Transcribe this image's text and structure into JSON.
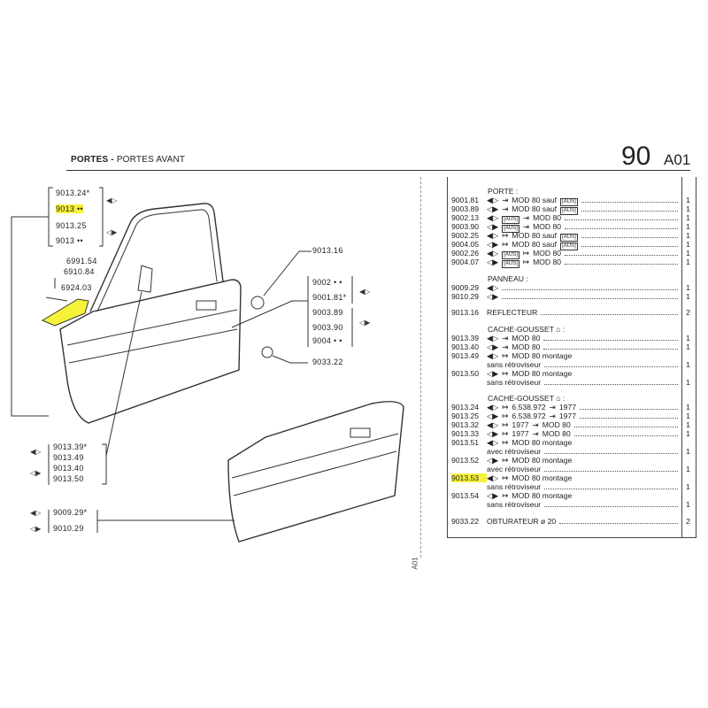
{
  "header": {
    "title": "PORTES -",
    "subtitle": "PORTES AVANT",
    "page_number": "90",
    "page_code": "A01"
  },
  "side_code": "A01",
  "diagram": {
    "labels_left": [
      "9013.24*",
      "9013 ••",
      "9013.25",
      "9013 ••"
    ],
    "labels_fixings": [
      "6991.54",
      "6910.84",
      "6924.03"
    ],
    "labels_bottom": [
      "9013.39*",
      "9013.49",
      "9013.40",
      "9013.50"
    ],
    "labels_panel": [
      "9009.29*",
      "9010.29"
    ],
    "label_reflector": "9013.16",
    "labels_door": [
      "9002 • •",
      "9001.81*",
      "9003.89",
      "9003.90",
      "9004 • •"
    ],
    "label_plug": "9033.22",
    "side_arrows": {
      "left": "◀▷",
      "right": "◁▶"
    },
    "highlight_color": "#f6f23a"
  },
  "parts_list": [
    {
      "heading": "PORTE :",
      "items": [
        {
          "code": "9001.81",
          "tokens": [
            "◀▷",
            "⇥",
            "MOD 80 sauf",
            "[AUS]"
          ],
          "qty": "1"
        },
        {
          "code": "9003.89",
          "tokens": [
            "◁▶",
            "⇥",
            "MOD 80 sauf",
            "[AUS]"
          ],
          "qty": "1"
        },
        {
          "code": "9002.13",
          "tokens": [
            "◀▷",
            "[AUS]",
            "⇥",
            "MOD 80"
          ],
          "qty": "1"
        },
        {
          "code": "9003.90",
          "tokens": [
            "◁▶",
            "[AUS]",
            "⇥",
            "MOD 80"
          ],
          "qty": "1"
        },
        {
          "code": "9002.25",
          "tokens": [
            "◀▷",
            "↦",
            "MOD 80 sauf",
            "[AUS]"
          ],
          "qty": "1"
        },
        {
          "code": "9004.05",
          "tokens": [
            "◁▶",
            "↦",
            "MOD 80 sauf",
            "[AUS]"
          ],
          "qty": "1"
        },
        {
          "code": "9002.26",
          "tokens": [
            "◀▷",
            "[AUS]",
            "↦",
            "MOD 80"
          ],
          "qty": "1"
        },
        {
          "code": "9004.07",
          "tokens": [
            "◁▶",
            "[AUS]",
            "↦",
            "MOD 80"
          ],
          "qty": "1"
        }
      ]
    },
    {
      "heading": "PANNEAU :",
      "items": [
        {
          "code": "9009.29",
          "tokens": [
            "◀▷"
          ],
          "qty": "1"
        },
        {
          "code": "9010.29",
          "tokens": [
            "◁▶"
          ],
          "qty": "1"
        }
      ]
    },
    {
      "heading": "",
      "items": [
        {
          "code": "9013.16",
          "tokens": [
            "REFLECTEUR"
          ],
          "qty": "2"
        }
      ]
    },
    {
      "heading": "CACHE-GOUSSET ⌂ :",
      "items": [
        {
          "code": "9013.39",
          "tokens": [
            "◀▷",
            "⇥",
            "MOD 80"
          ],
          "qty": "1"
        },
        {
          "code": "9013.40",
          "tokens": [
            "◁▶",
            "⇥",
            "MOD 80"
          ],
          "qty": "1"
        },
        {
          "code": "9013.49",
          "tokens": [
            "◀▷",
            "↦",
            "MOD 80 montage"
          ],
          "cont": "sans rétroviseur",
          "qty": "1"
        },
        {
          "code": "9013.50",
          "tokens": [
            "◁▶",
            "↦",
            "MOD 80 montage"
          ],
          "cont": "sans rétroviseur",
          "qty": "1"
        }
      ]
    },
    {
      "heading": "CACHE-GOUSSET ⌂ :",
      "items": [
        {
          "code": "9013.24",
          "tokens": [
            "◀▷",
            "↦",
            "6.538.972",
            "⇥",
            "1977"
          ],
          "qty": "1"
        },
        {
          "code": "9013.25",
          "tokens": [
            "◁▶",
            "↦",
            "6.538.972",
            "⇥",
            "1977"
          ],
          "qty": "1"
        },
        {
          "code": "9013.32",
          "tokens": [
            "◀▷",
            "↦",
            "1977",
            "⇥",
            "MOD 80"
          ],
          "qty": "1"
        },
        {
          "code": "9013.33",
          "tokens": [
            "◁▶",
            "↦",
            "1977",
            "⇥",
            "MOD 80"
          ],
          "qty": "1"
        },
        {
          "code": "9013.51",
          "tokens": [
            "◀▷",
            "↦",
            "MOD 80 montage"
          ],
          "cont": "avec rétroviseur",
          "qty": "1"
        },
        {
          "code": "9013.52",
          "tokens": [
            "◁▶",
            "↦",
            "MOD 80 montage"
          ],
          "cont": "avec rétroviseur",
          "qty": "1"
        },
        {
          "code": "9013.53",
          "tokens": [
            "◀▷",
            "↦",
            "MOD 80 montage"
          ],
          "cont": "sans rétroviseur",
          "qty": "1",
          "highlighted": true
        },
        {
          "code": "9013.54",
          "tokens": [
            "◁▶",
            "↦",
            "MOD 80 montage"
          ],
          "cont": "sans rétroviseur",
          "qty": "1"
        }
      ]
    },
    {
      "heading": "",
      "items": [
        {
          "code": "9033.22",
          "tokens": [
            "OBTURATEUR  ø  20"
          ],
          "qty": "2"
        }
      ]
    }
  ]
}
